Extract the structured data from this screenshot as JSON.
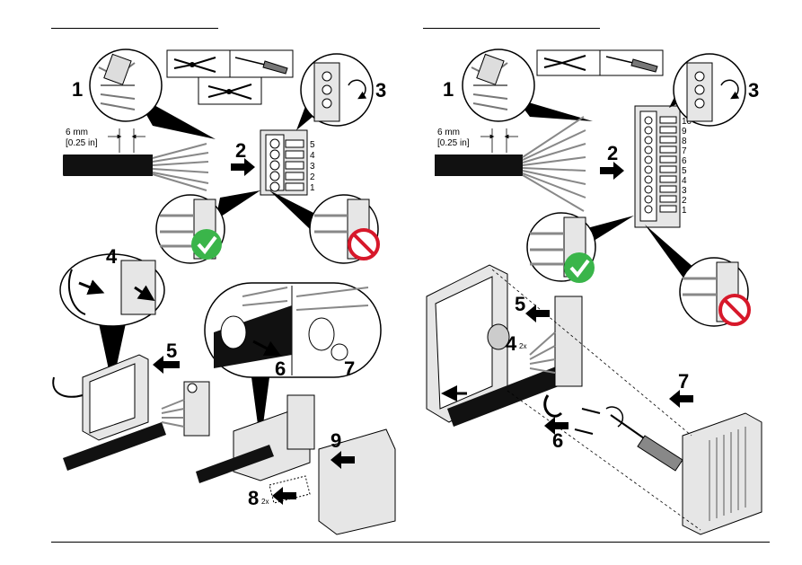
{
  "header": {
    "left_rule": "",
    "right_rule": ""
  },
  "left": {
    "steps": [
      "1",
      "2",
      "3",
      "4",
      "5",
      "6",
      "7",
      "8",
      "9"
    ],
    "strip_length_mm": "6 mm",
    "strip_length_in": "[0.25 in]",
    "terminals": [
      "5",
      "4",
      "3",
      "2",
      "1"
    ],
    "multiplier_8": "2x"
  },
  "right": {
    "steps": [
      "1",
      "2",
      "3",
      "4",
      "5",
      "6",
      "7"
    ],
    "strip_length_mm": "6 mm",
    "strip_length_in": "[0.25 in]",
    "terminals": [
      "10",
      "9",
      "8",
      "7",
      "6",
      "5",
      "4",
      "3",
      "2",
      "1"
    ],
    "multiplier_4": "2x"
  },
  "colors": {
    "correct": "#3ab54a",
    "incorrect": "#d7182a",
    "line": "#000000",
    "light": "#e6e6e6"
  },
  "icons": [
    "wire-stripper-icon",
    "screwdriver-icon",
    "pliers-icon",
    "check-icon",
    "prohibited-icon"
  ]
}
